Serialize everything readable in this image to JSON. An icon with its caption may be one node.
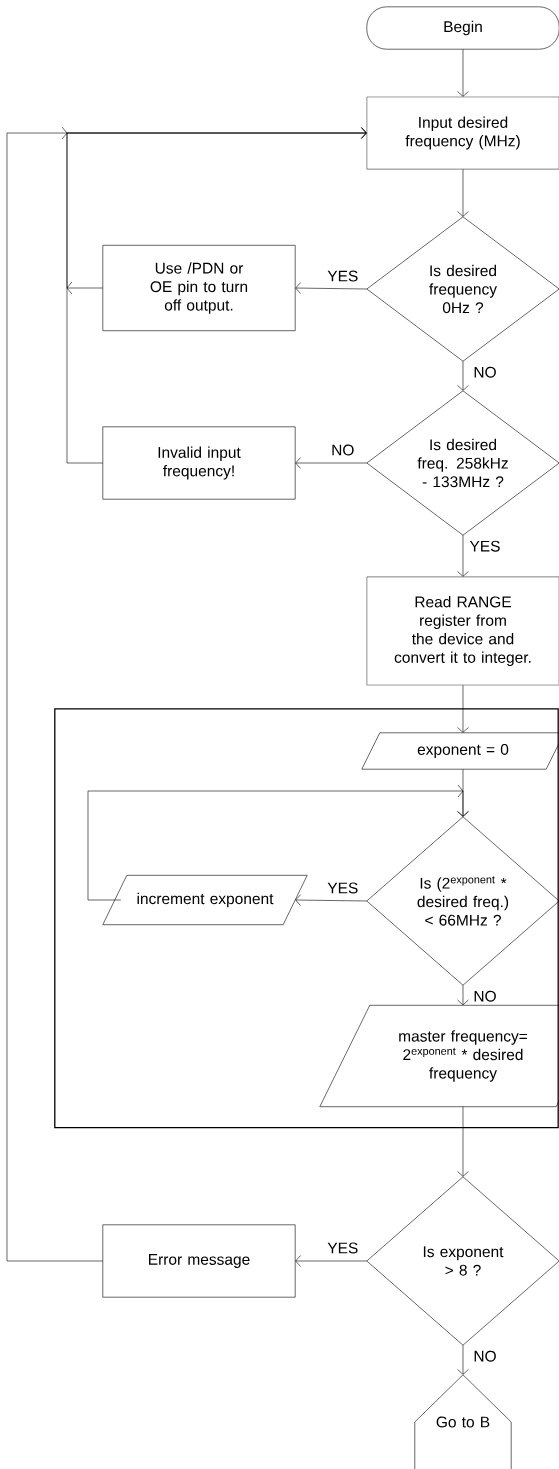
{
  "diagram": {
    "nodes": [
      {
        "text": [
          "Begin"
        ]
      },
      {
        "text": [
          "Input desired frequency (MHz)"
        ]
      },
      {
        "text": [
          "Is desired frequency 0Hz ?"
        ]
      },
      {
        "text": [
          "Use /PDN or OE pin to turn off output."
        ]
      },
      {
        "text": [
          "Is desired freq. 258kHz - 133MHz ?"
        ]
      },
      {
        "text": [
          "Invalid input frequency!"
        ]
      },
      {
        "text": [
          "Read RANGE register from the device and convert it to integer."
        ]
      },
      {
        "text": [],
        "shape": "box"
      },
      {
        "text": [
          "exponent = 0"
        ],
        "in": 7
      },
      {
        "text": [
          "Is (2$^{exponent}$ * desired freq.) < 66MHz ?"
        ],
        "in": 7
      },
      {
        "text": [
          "increment exponent"
        ],
        "in": 7
      },
      {
        "text": [
          "master frequency= 2$^{exponent}$ * desired frequency"
        ],
        "in": 7
      },
      {
        "text": [
          "Is exponent > 8 ?"
        ]
      },
      {
        "text": [
          "Error message"
        ]
      },
      {
        "text": [
          "Go to B"
        ]
      }
    ],
    "edges": [
      {
        "from": 0,
        "to": 1,
        "arrow": "to"
      },
      {
        "from": 1,
        "to": 2,
        "arrow": "to"
      },
      {
        "from": 2,
        "to": 3,
        "label": "YES",
        "arrow": "to"
      },
      {
        "from": 2,
        "to": 4,
        "label": "NO",
        "arrow": "to"
      },
      {
        "from": 3,
        "to": 1,
        "arrow": "to"
      },
      {
        "from": 4,
        "to": 5,
        "label": "NO",
        "arrow": "to"
      },
      {
        "from": 4,
        "to": 6,
        "label": "YES",
        "arrow": "to"
      },
      {
        "from": 5,
        "to": 1,
        "arrow": "to"
      },
      {
        "from": 6,
        "to": 8,
        "arrow": "to"
      },
      {
        "from": 8,
        "to": 9,
        "arrow": "to"
      },
      {
        "from": 9,
        "to": 10,
        "label": "YES",
        "arrow": "to"
      },
      {
        "from": 10,
        "to": 9,
        "arrow": "to"
      },
      {
        "from": 9,
        "to": 11,
        "label": "NO",
        "arrow": "to"
      },
      {
        "from": 11,
        "to": 12,
        "arrow": "to"
      },
      {
        "from": 12,
        "to": 13,
        "label": "YES",
        "arrow": "to"
      },
      {
        "from": 12,
        "to": 14,
        "label": "NO",
        "arrow": "to"
      },
      {
        "from": 13,
        "to": 1,
        "arrow": "to"
      }
    ]
  }
}
